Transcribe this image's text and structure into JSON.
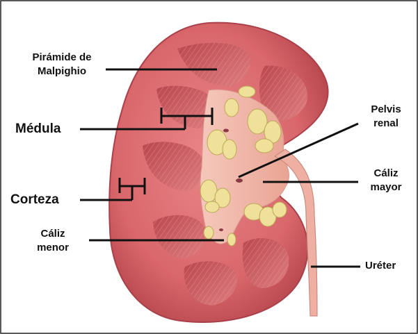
{
  "labels": {
    "piramide": [
      "Pirámide de",
      "Malpighio"
    ],
    "medula": "Médula",
    "corteza": "Corteza",
    "caliz_menor": [
      "Cáliz",
      "menor"
    ],
    "pelvis": [
      "Pelvis",
      "renal"
    ],
    "caliz_mayor": [
      "Cáliz",
      "mayor"
    ],
    "ureter": "Uréter"
  },
  "colors": {
    "cortex": "#d9676b",
    "cortex_edge": "#b8484f",
    "pyramid": "#c95a60",
    "pyramid_stripe": "#e48a8c",
    "sinus_fat": "#efe19a",
    "sinus_fat_dark": "#c9b860",
    "pelvis": "#f2b7a9",
    "ureter": "#eeb0a2",
    "leader": "#111111"
  }
}
